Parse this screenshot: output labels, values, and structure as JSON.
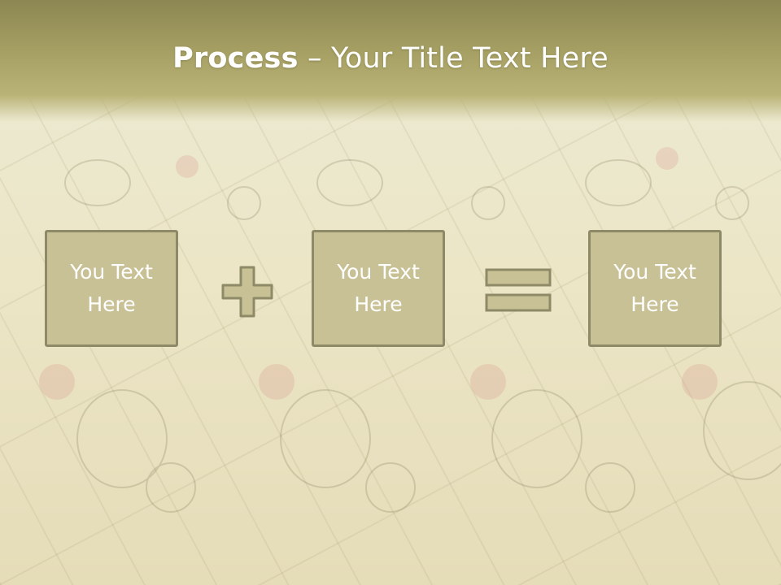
{
  "slide": {
    "title_bold": "Process",
    "title_rest": " – Your Title Text Here",
    "boxes": [
      {
        "label": "You Text Here"
      },
      {
        "label": "You Text Here"
      },
      {
        "label": "You Text Here"
      }
    ],
    "operators": [
      "plus",
      "equals"
    ]
  },
  "colors": {
    "title_band": "#a7a165",
    "box_fill": "#c9c196",
    "box_border": "#8e8a67",
    "text": "#ffffff"
  }
}
